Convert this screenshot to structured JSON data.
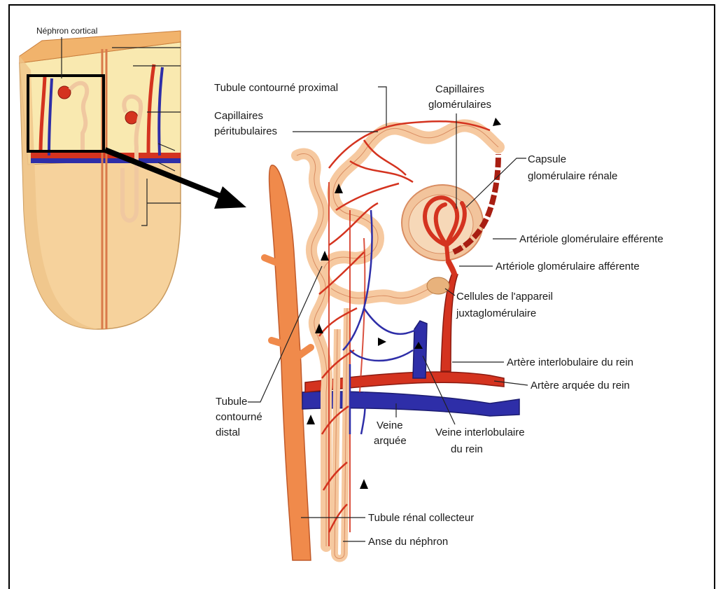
{
  "colors": {
    "artery": "#d4331f",
    "artery_dark": "#a81e12",
    "vein": "#2e2ea8",
    "tubule": "#f6c9a0",
    "tubule_edge": "#d98d62",
    "collecting": "#f08a4b",
    "cortex": "#f9e9b0",
    "medulla": "#f6d29c"
  },
  "inset": {
    "title": "Néphron cortical"
  },
  "labels": {
    "proximal_tubule": "Tubule contourné proximal",
    "peritubular_1": "Capillaires",
    "peritubular_2": "péritubulaires",
    "glomerular_cap_1": "Capillaires",
    "glomerular_cap_2": "glomérulaires",
    "capsule_1": "Capsule",
    "capsule_2": "glomérulaire rénale",
    "efferent": "Artériole glomérulaire efférente",
    "afferent": "Artériole glomérulaire afférente",
    "juxta_1": "Cellules de l'appareil",
    "juxta_2": "juxtaglomérulaire",
    "interlobular_artery": "Artère interlobulaire du rein",
    "arcuate_artery": "Artère arquée du rein",
    "distal_1": "Tubule",
    "distal_2": "contourné",
    "distal_3": "distal",
    "arcuate_vein_1": "Veine",
    "arcuate_vein_2": "arquée",
    "interlobular_vein_1": "Veine interlobulaire",
    "interlobular_vein_2": "du rein",
    "collecting_duct": "Tubule rénal collecteur",
    "loop": "Anse du néphron"
  }
}
